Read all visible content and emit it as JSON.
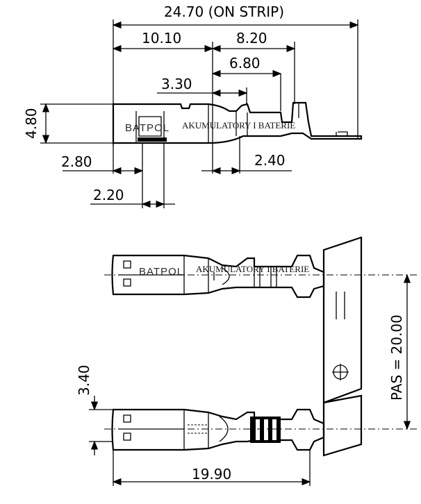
{
  "dimensions": {
    "overall_length": "24.70 (ON STRIP)",
    "d_10_10": "10.10",
    "d_8_20": "8.20",
    "d_6_80": "6.80",
    "d_3_30": "3.30",
    "d_4_80": "4.80",
    "d_2_80": "2.80",
    "d_2_40": "2.40",
    "d_2_20": "2.20",
    "d_3_40": "3.40",
    "pitch": "PAS = 20.00",
    "d_19_90": "19.90"
  },
  "watermark": {
    "brand": "BATPOL",
    "tagline": "AKUMULATORY I BATERIE"
  }
}
